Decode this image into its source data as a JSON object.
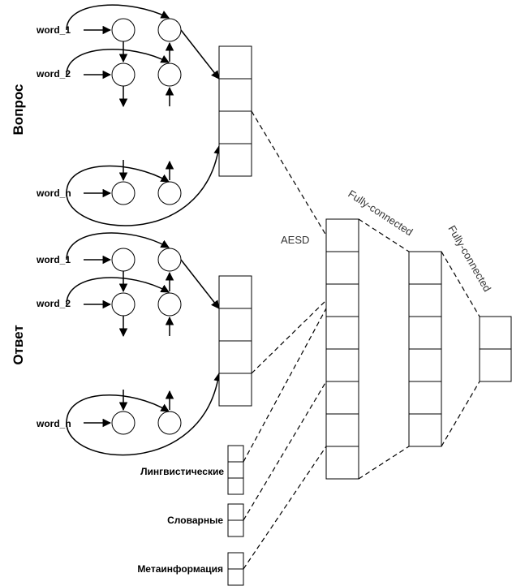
{
  "question_section": {
    "title": "Вопрос",
    "word_labels": [
      "word_1",
      "word_2",
      "word_n"
    ]
  },
  "answer_section": {
    "title": "Ответ",
    "word_labels": [
      "word_1",
      "word_2",
      "word_n"
    ]
  },
  "aesd_label": "AESD",
  "fc_label_1": "Fully-connected",
  "fc_label_2": "Fully-connected",
  "features": {
    "linguistic": "Лингвистические",
    "vocabulary": "Словарные",
    "meta": "Метаинформация"
  }
}
